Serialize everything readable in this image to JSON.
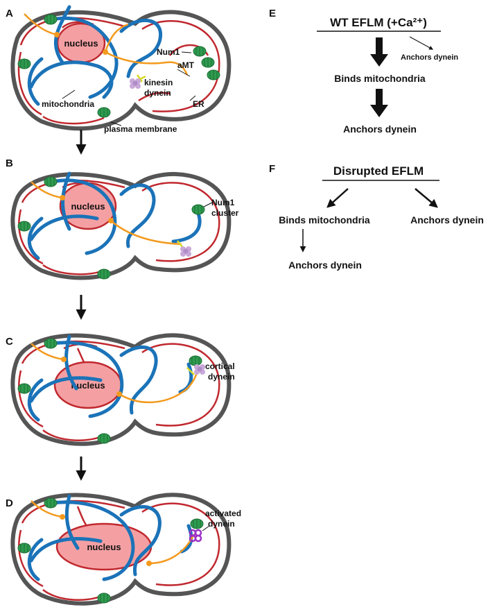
{
  "panels": {
    "A": {
      "letter": "A",
      "labels": {
        "nucleus": "nucleus",
        "num1": "Num1",
        "amt": "aMT",
        "kinesin": "kinesin",
        "dynein": "dynein",
        "mitochondria": "mitochondria",
        "er": "ER",
        "plasma_membrane": "plasma membrane"
      }
    },
    "B": {
      "letter": "B",
      "labels": {
        "nucleus": "nucleus",
        "num1_line1": "Num1",
        "num1_line2": "cluster"
      }
    },
    "C": {
      "letter": "C",
      "labels": {
        "nucleus": "nucleus",
        "dynein_line1": "cortical",
        "dynein_line2": "dynein"
      }
    },
    "D": {
      "letter": "D",
      "labels": {
        "nucleus": "nucleus",
        "dynein_line1": "activated",
        "dynein_line2": "dynein"
      }
    }
  },
  "flow_E": {
    "letter": "E",
    "title": "WT EFLM (+Ca²⁺)",
    "minor_outcome": "Anchors dynein",
    "step1": "Binds mitochondria",
    "step2": "Anchors dynein"
  },
  "flow_F": {
    "letter": "F",
    "title": "Disrupted EFLM",
    "left_step": "Binds mitochondria",
    "right_step": "Anchors dynein",
    "left_substep": "Anchors dynein"
  },
  "colors": {
    "membrane": "#555555",
    "er": "#c0282e",
    "mitochondria": "#1b73b8",
    "microtubule": "#f39a1e",
    "nucleus_fill": "#f4a0a3",
    "nucleus_stroke": "#c0282e",
    "num1": "#2e9b4f",
    "dynein": "#c8a8d8",
    "activated_dynein": "#9b2fc7",
    "kinesin": "#e8e82c"
  }
}
